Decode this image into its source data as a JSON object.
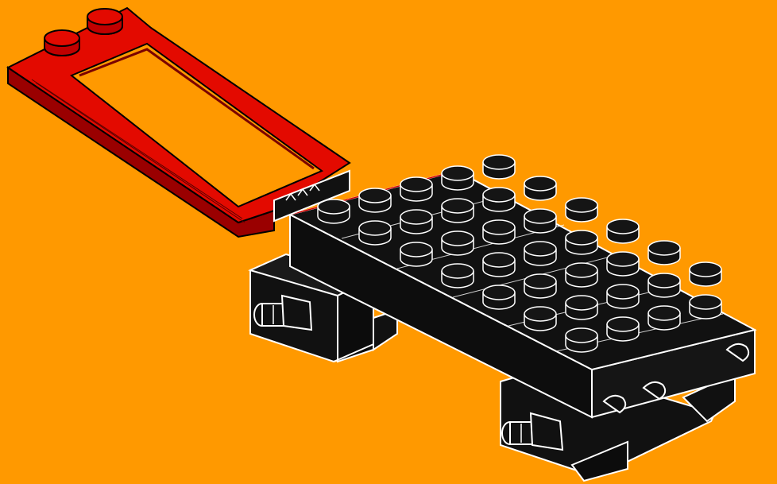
{
  "scene": {
    "background": "#FF9900",
    "subject": "brick-assembly-instruction-step",
    "parts": [
      {
        "name": "red-window-frame-panel",
        "color": "#E30A00",
        "studs": 2
      },
      {
        "name": "black-plate-6x6",
        "color": "#111111",
        "studs": 34
      },
      {
        "name": "black-wheel-base-front",
        "color": "#111111"
      },
      {
        "name": "black-wheel-base-rear",
        "color": "#111111"
      }
    ],
    "colors": {
      "red": "#E30A00",
      "red_dark": "#7A0000",
      "black": "#111111",
      "outline": "#FFFFFF",
      "gray": "#9A9A9A"
    }
  }
}
